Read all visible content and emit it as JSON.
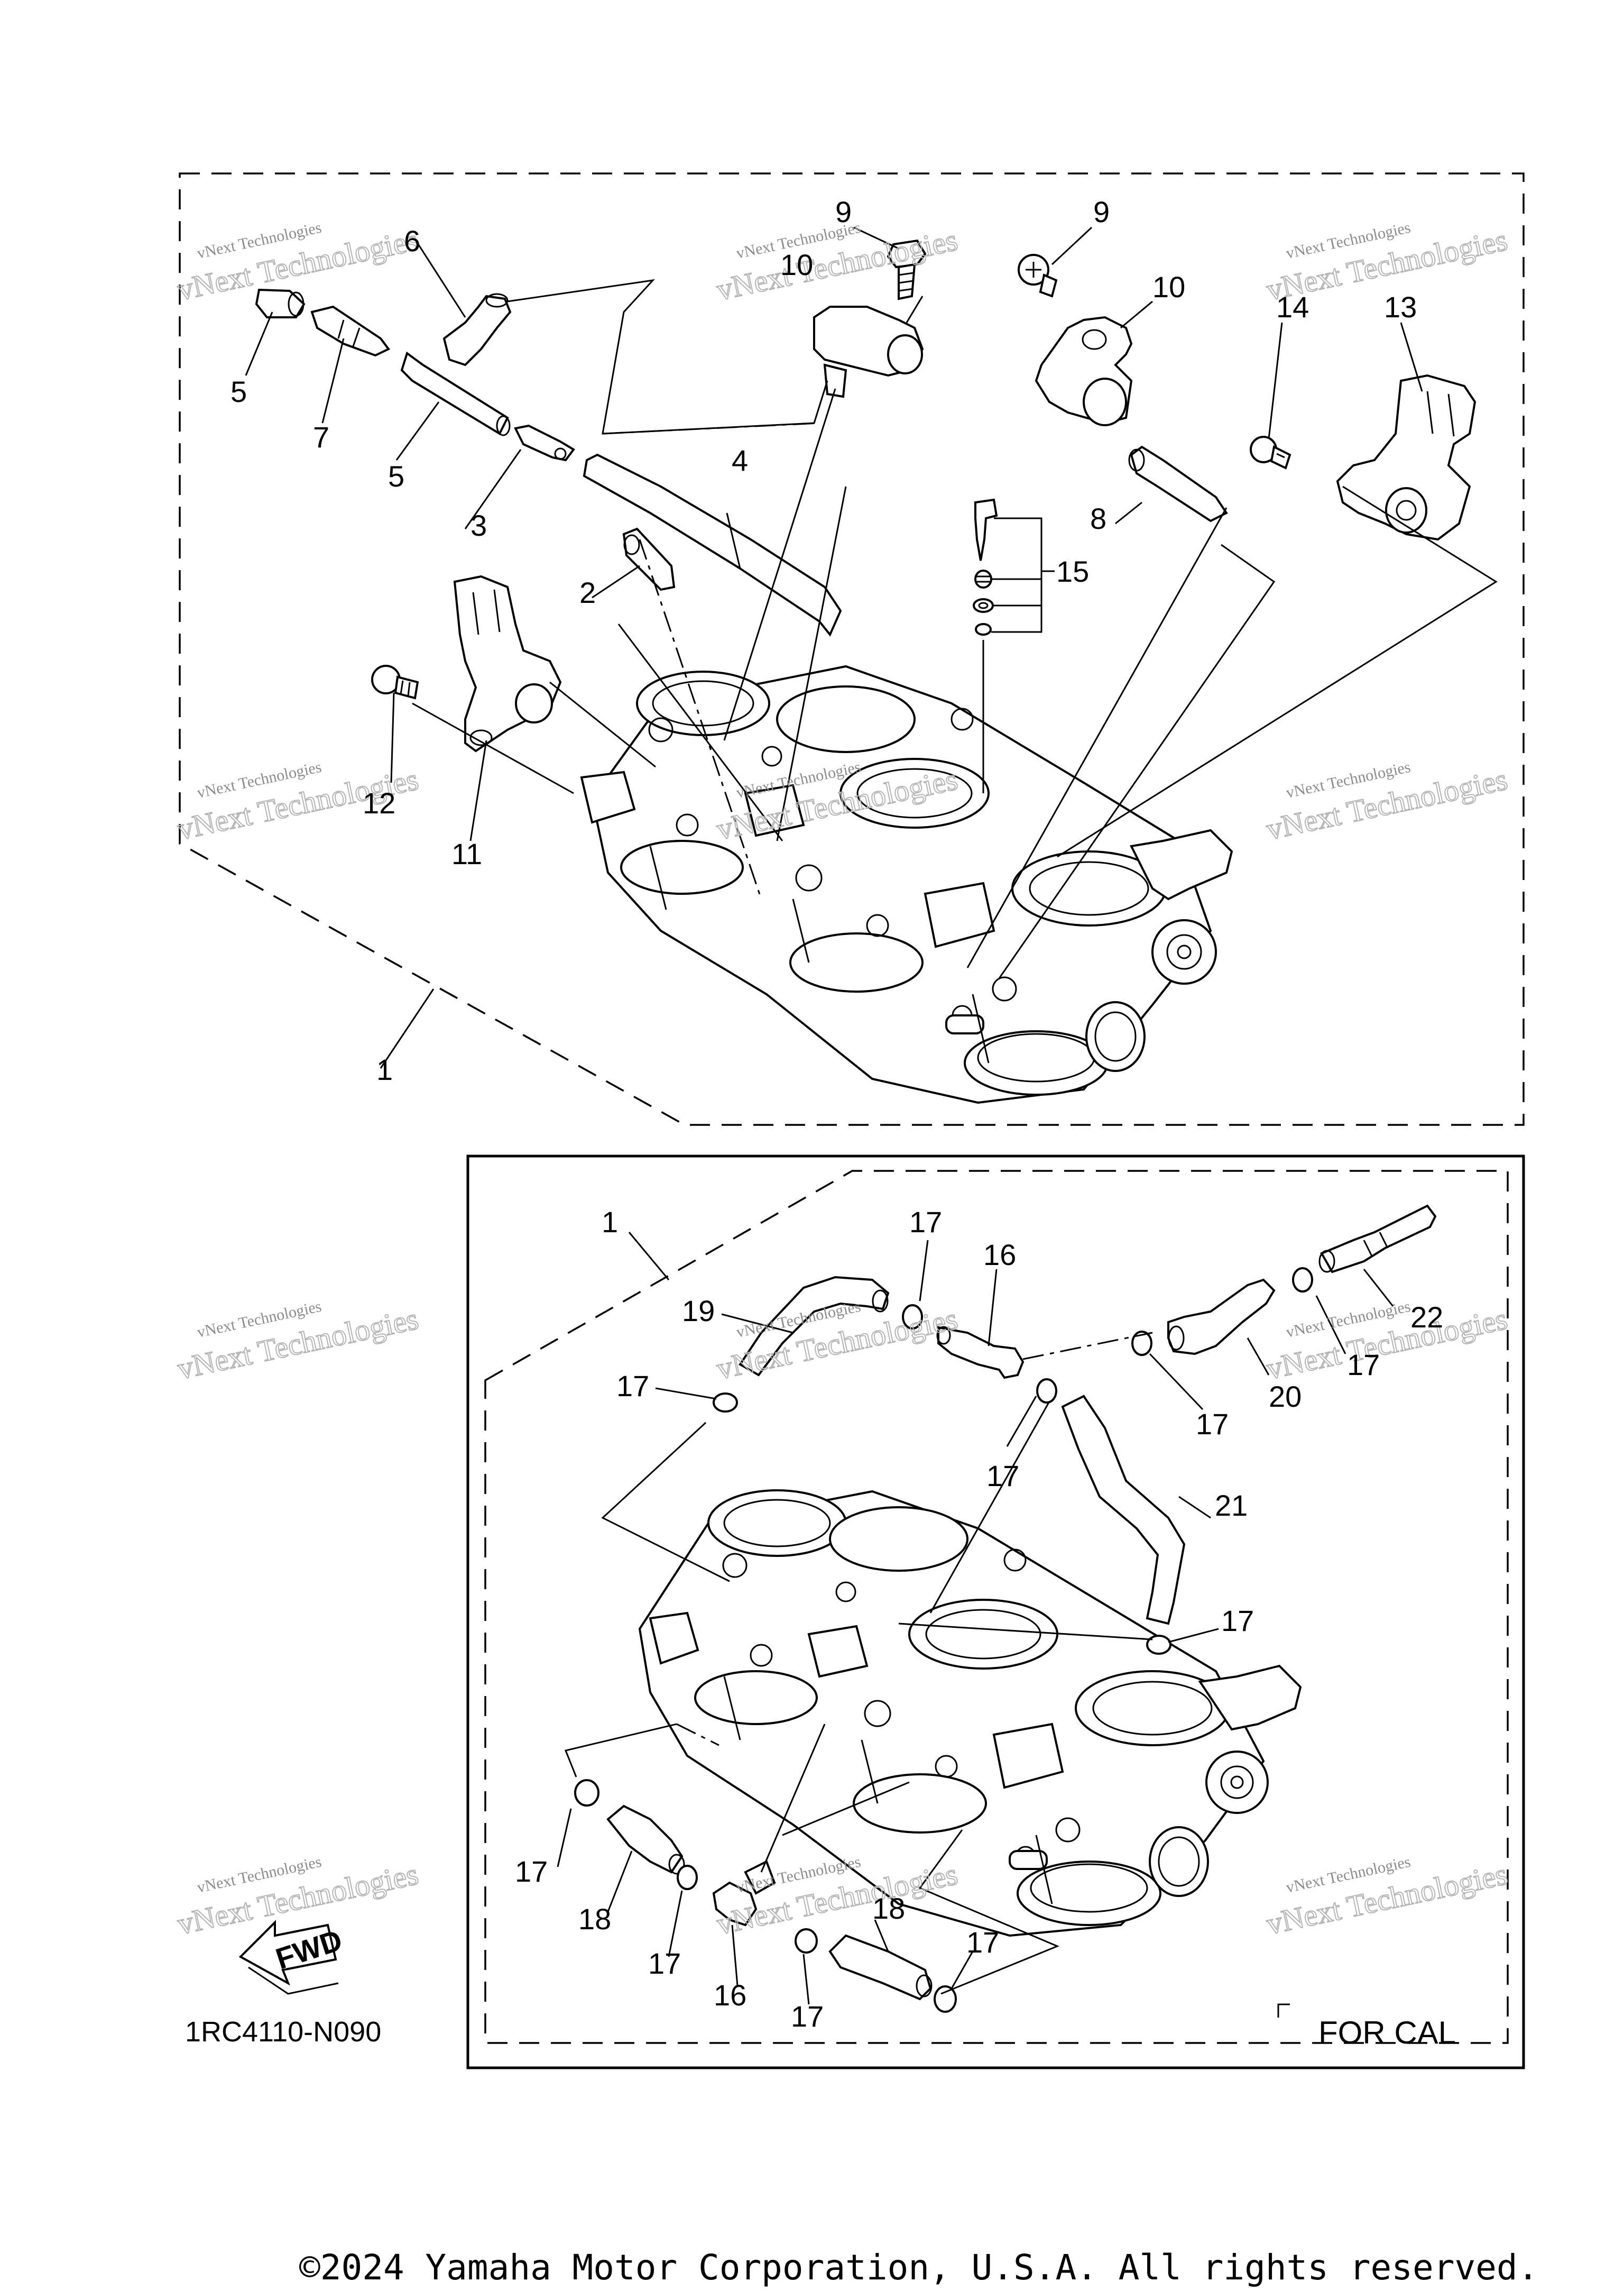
{
  "diagram": {
    "refs": {
      "n1": "1",
      "n2": "2",
      "n3": "3",
      "n4": "4",
      "n5": "5",
      "n6": "6",
      "n7": "7",
      "n8": "8",
      "n9": "9",
      "n10": "10",
      "n11": "11",
      "n12": "12",
      "n13": "13",
      "n14": "14",
      "n15": "15",
      "n16": "16",
      "n17": "17",
      "n18": "18",
      "n19": "19",
      "n20": "20",
      "n21": "21",
      "n22": "22"
    },
    "diagram_code": "1RC4110-N090",
    "variant_label": "FOR CAL",
    "fwd_label": "FWD"
  },
  "watermark": {
    "line1": "vNext Technologies",
    "line2": "vNext\nTechnologies"
  },
  "footer": {
    "copyright": "©2024 Yamaha Motor Corporation, U.S.A. All rights reserved."
  }
}
